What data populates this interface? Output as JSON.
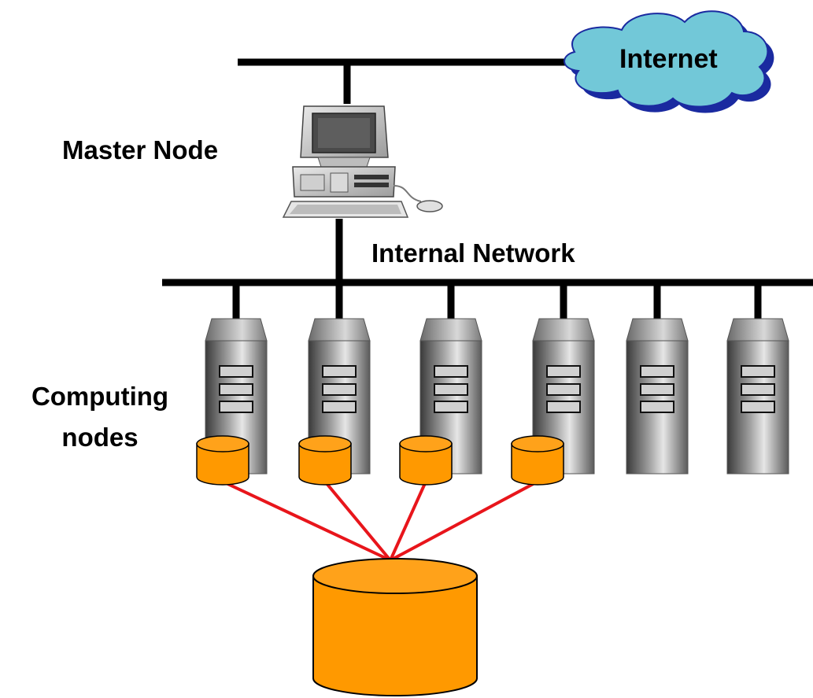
{
  "labels": {
    "internet": "Internet",
    "master_node": "Master Node",
    "internal_network": "Internal Network",
    "computing_line1": "Computing",
    "computing_line2": "nodes"
  },
  "colors": {
    "cloud_fill": "#72c8d8",
    "cloud_shadow": "#1a2aa0",
    "disk_fill": "#ff9900",
    "disk_top": "#ffa21a",
    "link_red": "#e8151b",
    "bus_black": "#000000",
    "server_dark": "#3a3a3a",
    "server_light": "#e6e6e6"
  },
  "icons": [
    "cloud-icon",
    "desktop-computer-icon",
    "server-tower-icon",
    "disk-icon",
    "database-icon"
  ]
}
